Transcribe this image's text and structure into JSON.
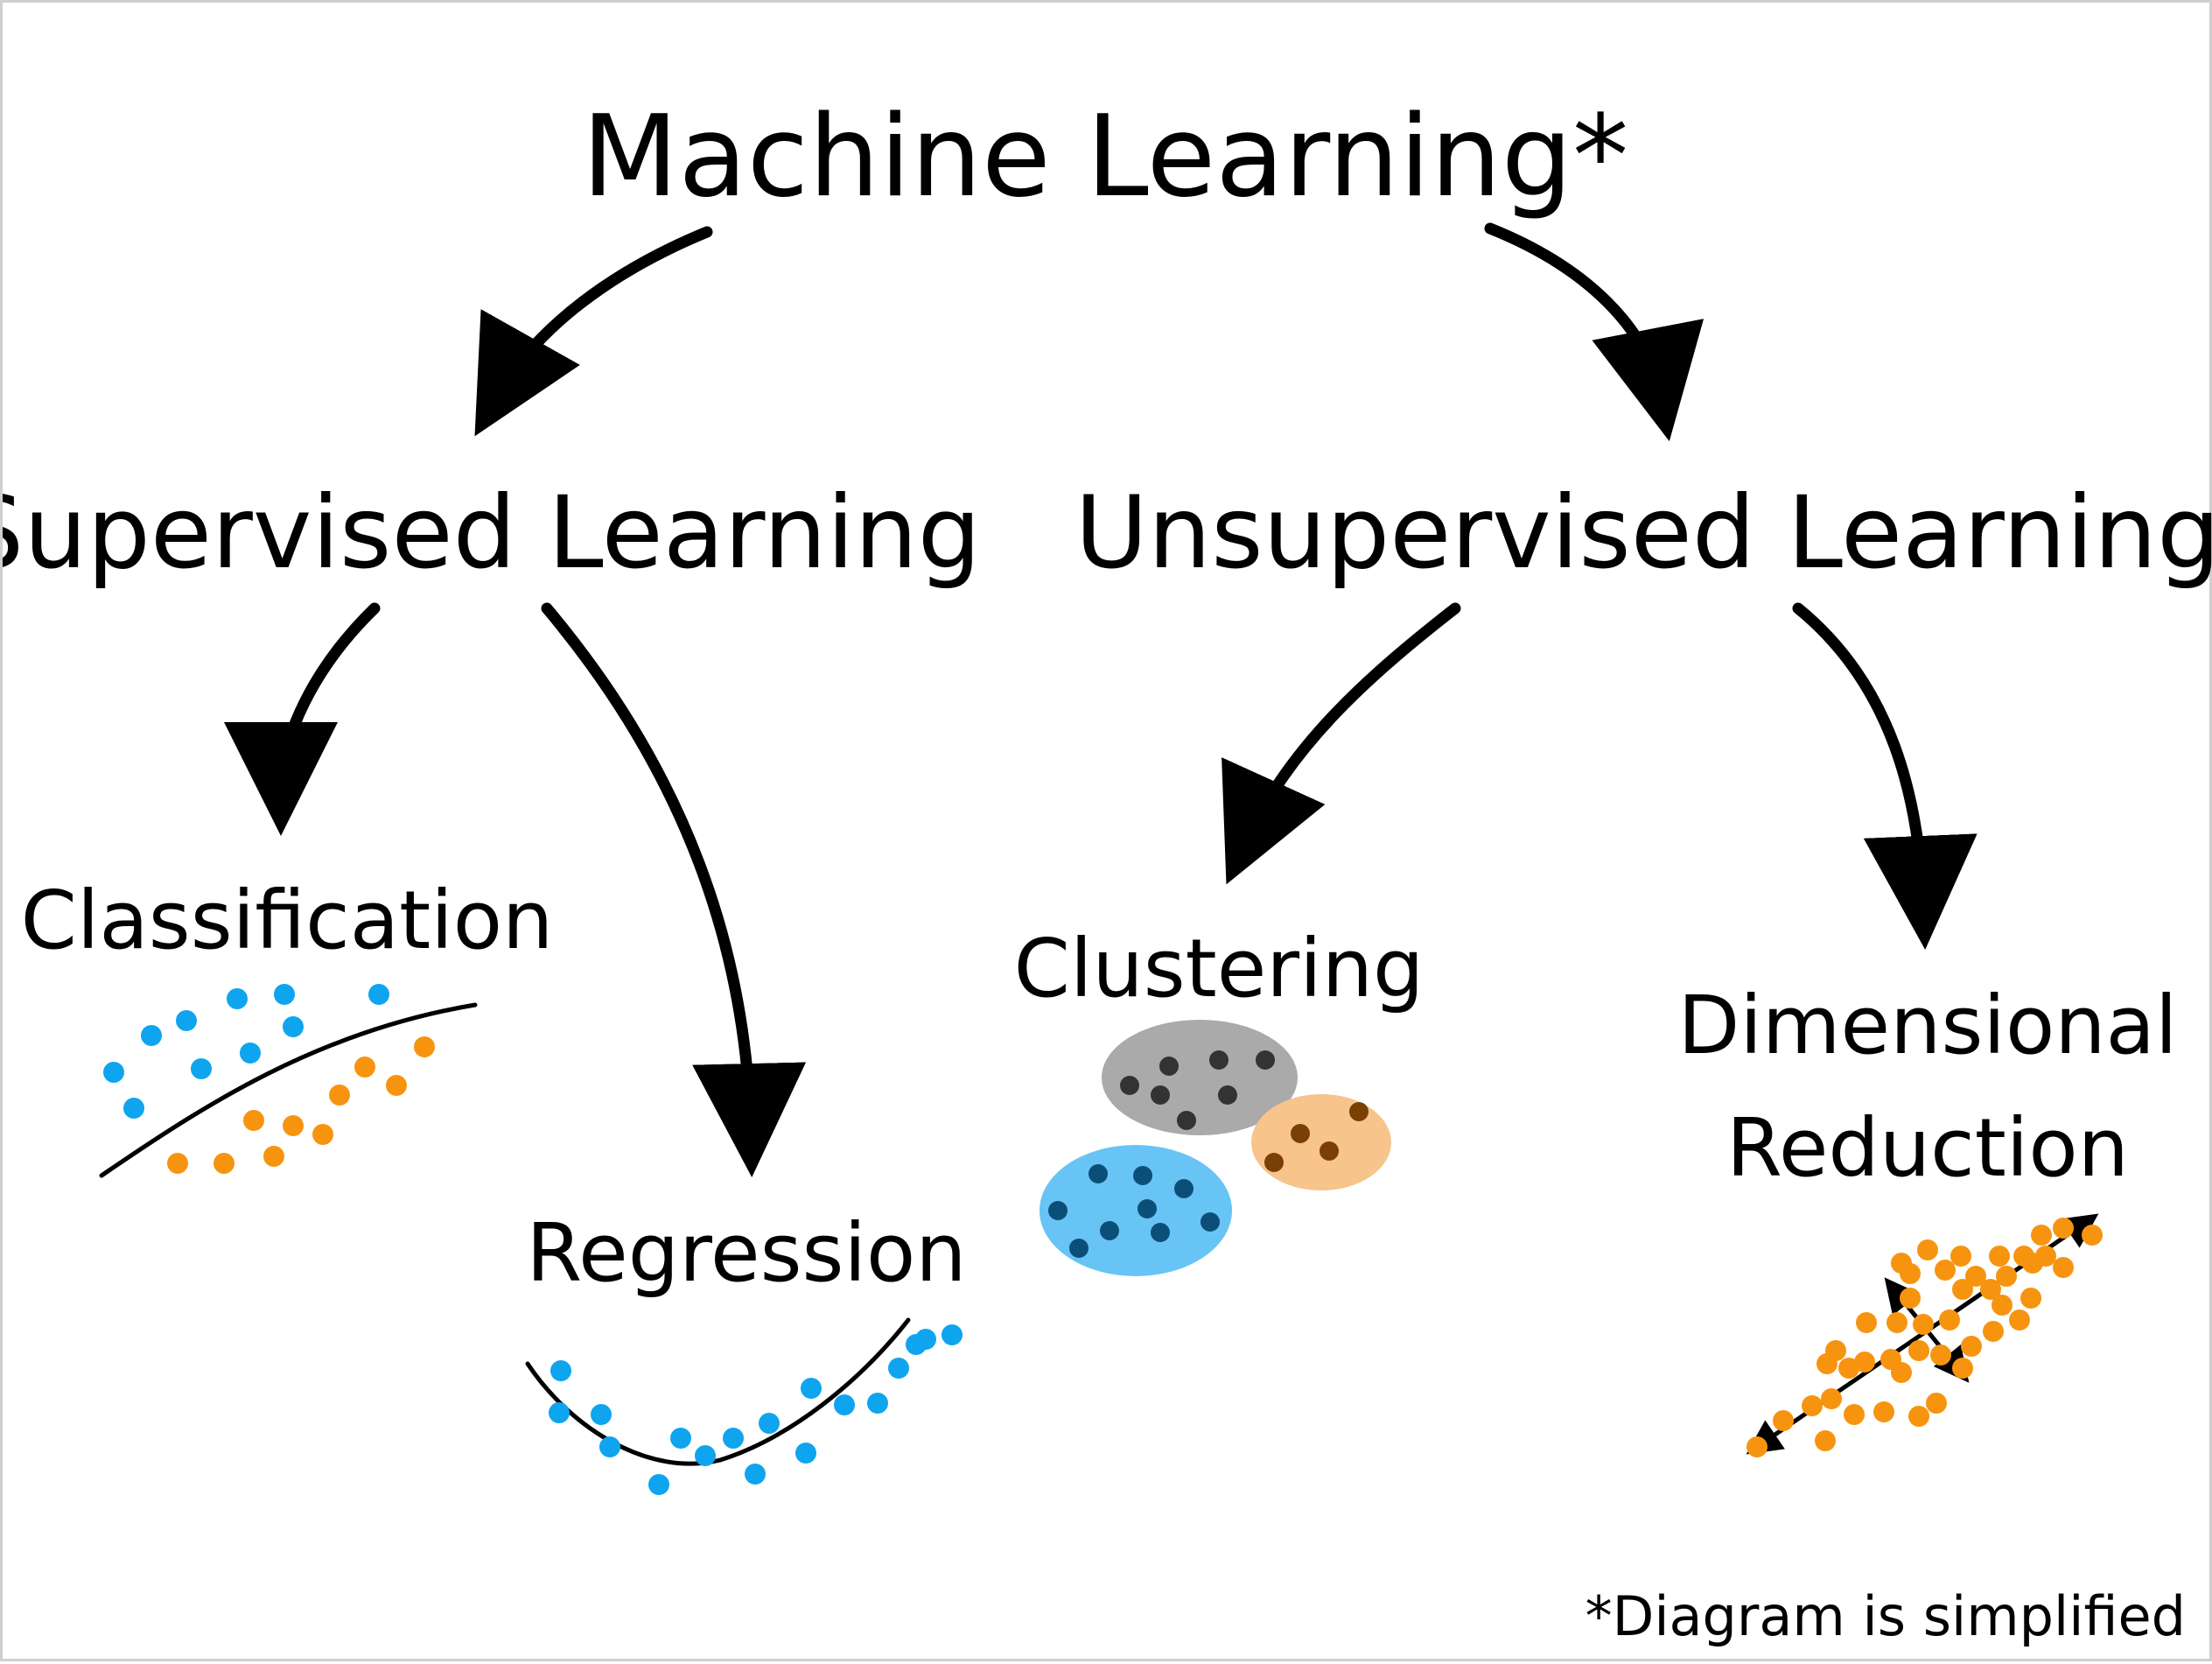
{
  "title": "Machine Learning*",
  "branches": {
    "supervised": "Supervised Learning",
    "unsupervised": "Unsupervised Learning"
  },
  "leaves": {
    "classification": "Classification",
    "regression": "Regression",
    "clustering": "Clustering",
    "dimensional_1": "Dimensional",
    "dimensional_2": "Reduction"
  },
  "footnote": "*Diagram is simplified",
  "colors": {
    "blue": "#0ea5ee",
    "orange": "#f7940f",
    "dark_dot": "#333333",
    "blue_dot": "#0b4f78",
    "orange_dot": "#7a3f05",
    "gray_cluster": "#aaaaaa",
    "blue_cluster": "#67c4f5",
    "orange_cluster": "#f7c48c"
  }
}
